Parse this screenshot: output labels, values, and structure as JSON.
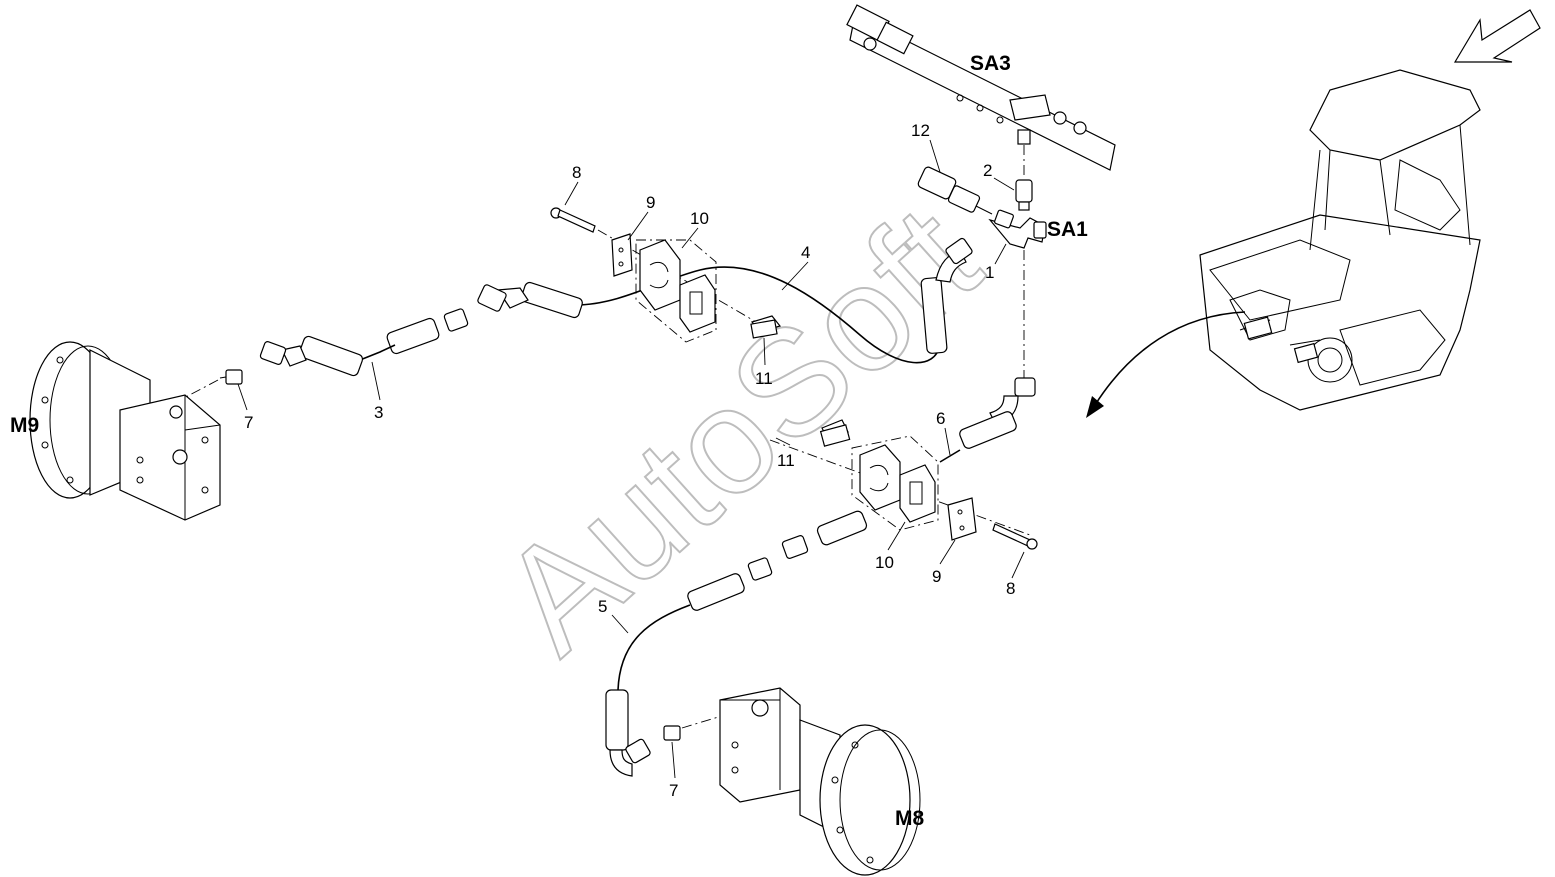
{
  "watermark": "AutoSoft",
  "assemblies": {
    "sa3": "SA3",
    "sa1": "SA1",
    "m9": "M9",
    "m8": "M8"
  },
  "callouts": {
    "c1": "1",
    "c2": "2",
    "c3": "3",
    "c4": "4",
    "c5": "5",
    "c6": "6",
    "c7_left": "7",
    "c7_bottom": "7",
    "c8_top": "8",
    "c8_bottom": "8",
    "c9_top": "9",
    "c9_bottom": "9",
    "c10_top": "10",
    "c10_bottom": "10",
    "c11_top": "11",
    "c11_bottom": "11",
    "c12": "12"
  },
  "icons": {
    "view_arrow": "view-direction-arrow-icon",
    "location_arrow": "location-pointer-arrow-icon"
  }
}
